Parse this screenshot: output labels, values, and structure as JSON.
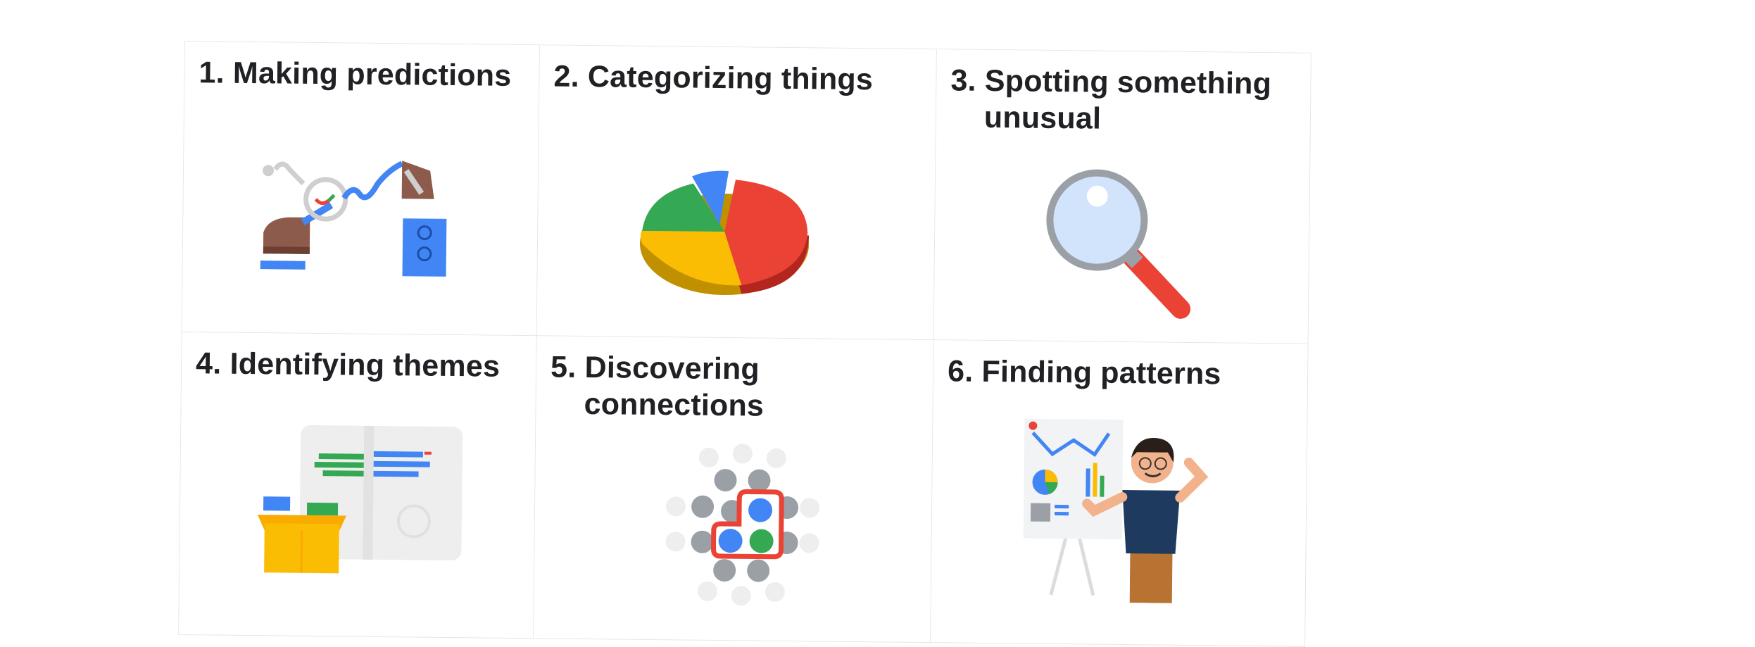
{
  "cards": [
    {
      "number": "1.",
      "title": "Making predictions",
      "title_line2": "",
      "icon": "robot-arm-prediction-icon"
    },
    {
      "number": "2.",
      "title": "Categorizing things",
      "title_line2": "",
      "icon": "pie-chart-icon"
    },
    {
      "number": "3.",
      "title": "Spotting something",
      "title_line2": "unusual",
      "icon": "magnifying-glass-icon"
    },
    {
      "number": "4.",
      "title": "Identifying themes",
      "title_line2": "",
      "icon": "sorting-box-icon"
    },
    {
      "number": "5.",
      "title": "Discovering",
      "title_line2": "connections",
      "icon": "connected-dots-icon"
    },
    {
      "number": "6.",
      "title": "Finding patterns",
      "title_line2": "",
      "icon": "presenter-chart-icon"
    }
  ],
  "colors": {
    "blue": "#4285F4",
    "red": "#EA4335",
    "yellow": "#FBBC04",
    "green": "#34A853",
    "grey": "#9AA0A6",
    "brown": "#8D5B4C"
  }
}
